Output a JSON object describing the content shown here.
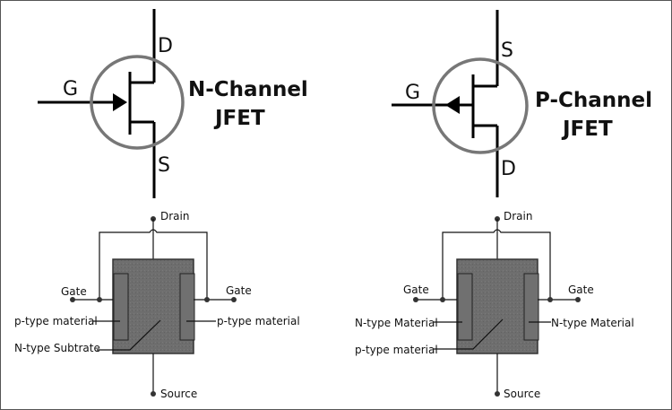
{
  "symbols": [
    {
      "type": "n-channel",
      "pin_top": "D",
      "pin_gate": "G",
      "pin_bottom": "S",
      "title_line1": "N-Channel",
      "title_line2": "JFET",
      "arrow_direction": "inward"
    },
    {
      "type": "p-channel",
      "pin_top": "S",
      "pin_gate": "G",
      "pin_bottom": "D",
      "title_line1": "P-Channel",
      "title_line2": "JFET",
      "arrow_direction": "outward"
    }
  ],
  "structures": [
    {
      "drain": "Drain",
      "source": "Source",
      "gate_left": "Gate",
      "gate_right": "Gate",
      "side_left": "p-type material",
      "side_right": "p-type material",
      "substrate": "N-type Subtrate"
    },
    {
      "drain": "Drain",
      "source": "Source",
      "gate_left": "Gate",
      "gate_right": "Gate",
      "side_left": "N-type Material",
      "side_right": "N-type Material",
      "substrate": "p-type material"
    }
  ],
  "colors": {
    "body_fill": "#6e6e6e",
    "body_border": "#333333",
    "ring": "#777777",
    "ink": "#111111"
  }
}
